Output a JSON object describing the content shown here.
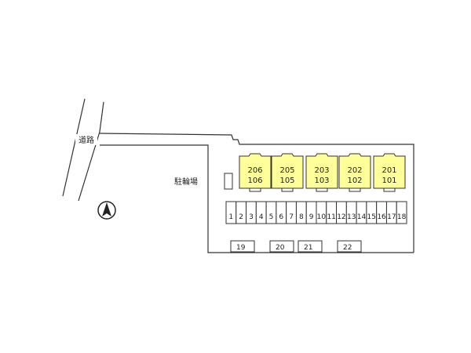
{
  "labels": {
    "road": "道路",
    "bicycle_parking": "駐輪場"
  },
  "buildings": [
    {
      "upper": "206",
      "lower": "106"
    },
    {
      "upper": "205",
      "lower": "105"
    },
    {
      "upper": "203",
      "lower": "103"
    },
    {
      "upper": "202",
      "lower": "102"
    },
    {
      "upper": "201",
      "lower": "101"
    }
  ],
  "parking_row": [
    "1",
    "2",
    "3",
    "4",
    "5",
    "6",
    "7",
    "8",
    "9",
    "10",
    "11",
    "12",
    "13",
    "14",
    "15",
    "16",
    "17",
    "18"
  ],
  "parking_extra": [
    "19",
    "20",
    "21",
    "22"
  ],
  "compass": {
    "north": true
  },
  "colors": {
    "unit_fill": "#ffff99",
    "line": "#333333"
  }
}
